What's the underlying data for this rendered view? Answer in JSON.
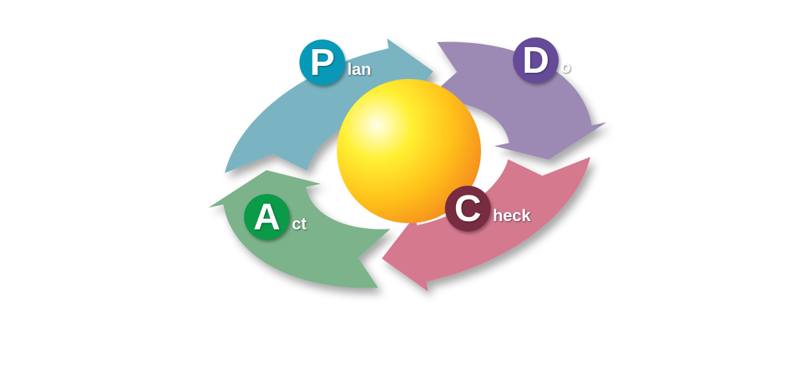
{
  "phases": [
    {
      "initial": "P",
      "rest": "lan",
      "segment_color": "#7ab4c2",
      "badge_color": "#0898b8"
    },
    {
      "initial": "D",
      "rest": "o",
      "segment_color": "#9c8ab4",
      "badge_color": "#654b98"
    },
    {
      "initial": "C",
      "rest": "heck",
      "segment_color": "#d5798f",
      "badge_color": "#782c40"
    },
    {
      "initial": "A",
      "rest": "ct",
      "segment_color": "#7bb38b",
      "badge_color": "#0a9a48"
    }
  ],
  "sphere_colors": [
    "#ffffe8",
    "#fff033",
    "#ffc21a",
    "#f58a1e"
  ]
}
